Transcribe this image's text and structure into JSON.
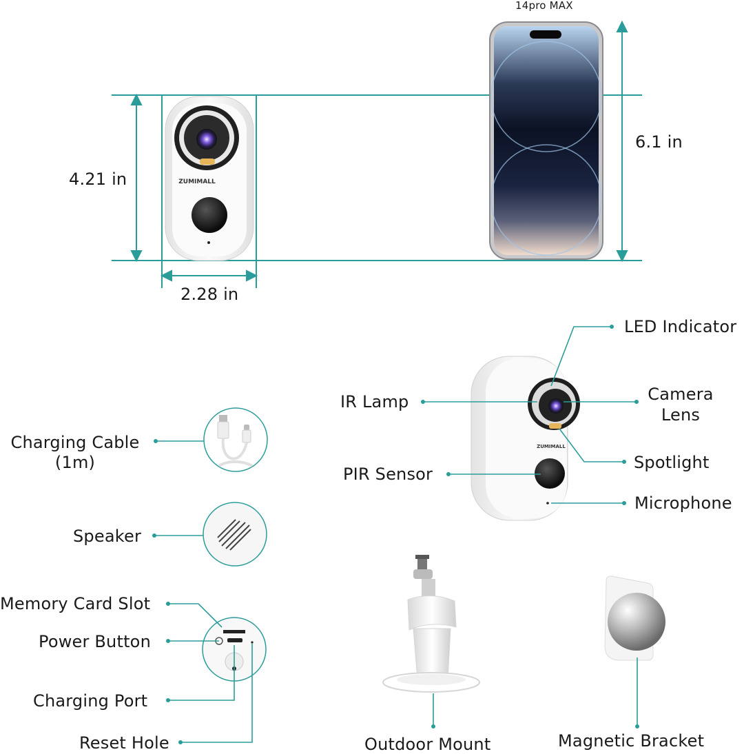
{
  "colors": {
    "accent": "#2a9d9a",
    "device": "#f2f2f2",
    "lens": "#1b1b1b"
  },
  "dimensions": {
    "phone_label": "14pro MAX",
    "phone_height": "6.1 in",
    "camera_height": "4.21 in",
    "camera_width": "2.28 in"
  },
  "brand": "ZUMIMALL",
  "camera_parts": {
    "led_indicator": "LED Indicator",
    "ir_lamp": "IR Lamp",
    "camera_lens": "Camera\nLens",
    "spotlight": "Spotlight",
    "pir_sensor": "PIR Sensor",
    "microphone": "Microphone"
  },
  "accessories": {
    "charging_cable": "Charging Cable\n(1m)",
    "speaker": "Speaker",
    "memory_card_slot": "Memory Card Slot",
    "power_button": "Power Button",
    "charging_port": "Charging Port",
    "reset_hole": "Reset Hole",
    "outdoor_mount": "Outdoor Mount",
    "magnetic_bracket": "Magnetic Bracket"
  },
  "icons": [
    "usb-cable-icon",
    "speaker-grille-icon",
    "port-panel-icon"
  ]
}
